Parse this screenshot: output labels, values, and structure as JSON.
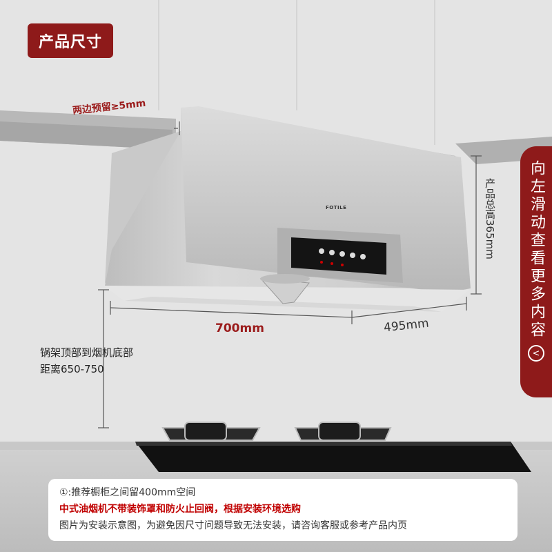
{
  "header": {
    "badge": "产品尺寸"
  },
  "dimensions": {
    "side_gap": "两边预留≥5mm",
    "width": "700mm",
    "depth": "495mm",
    "total_height": "产品总高365mm",
    "distance_line1": "锅架顶部到烟机底部",
    "distance_line2": "距离650-750"
  },
  "product": {
    "brand": "FOTILE"
  },
  "side_tab": {
    "text": "向左滑动查看更多内容",
    "arrow": "<"
  },
  "notes": [
    "①:推荐橱柜之间留400mm空间",
    "中式油烟机不带装饰罩和防火止回阀，根据安装环境选购",
    "图片为安装示意图，为避免因尺寸问题导致无法安装，请咨询客服或参考产品内页"
  ],
  "colors": {
    "accent": "#8e1a1a",
    "warning": "#c00000"
  }
}
